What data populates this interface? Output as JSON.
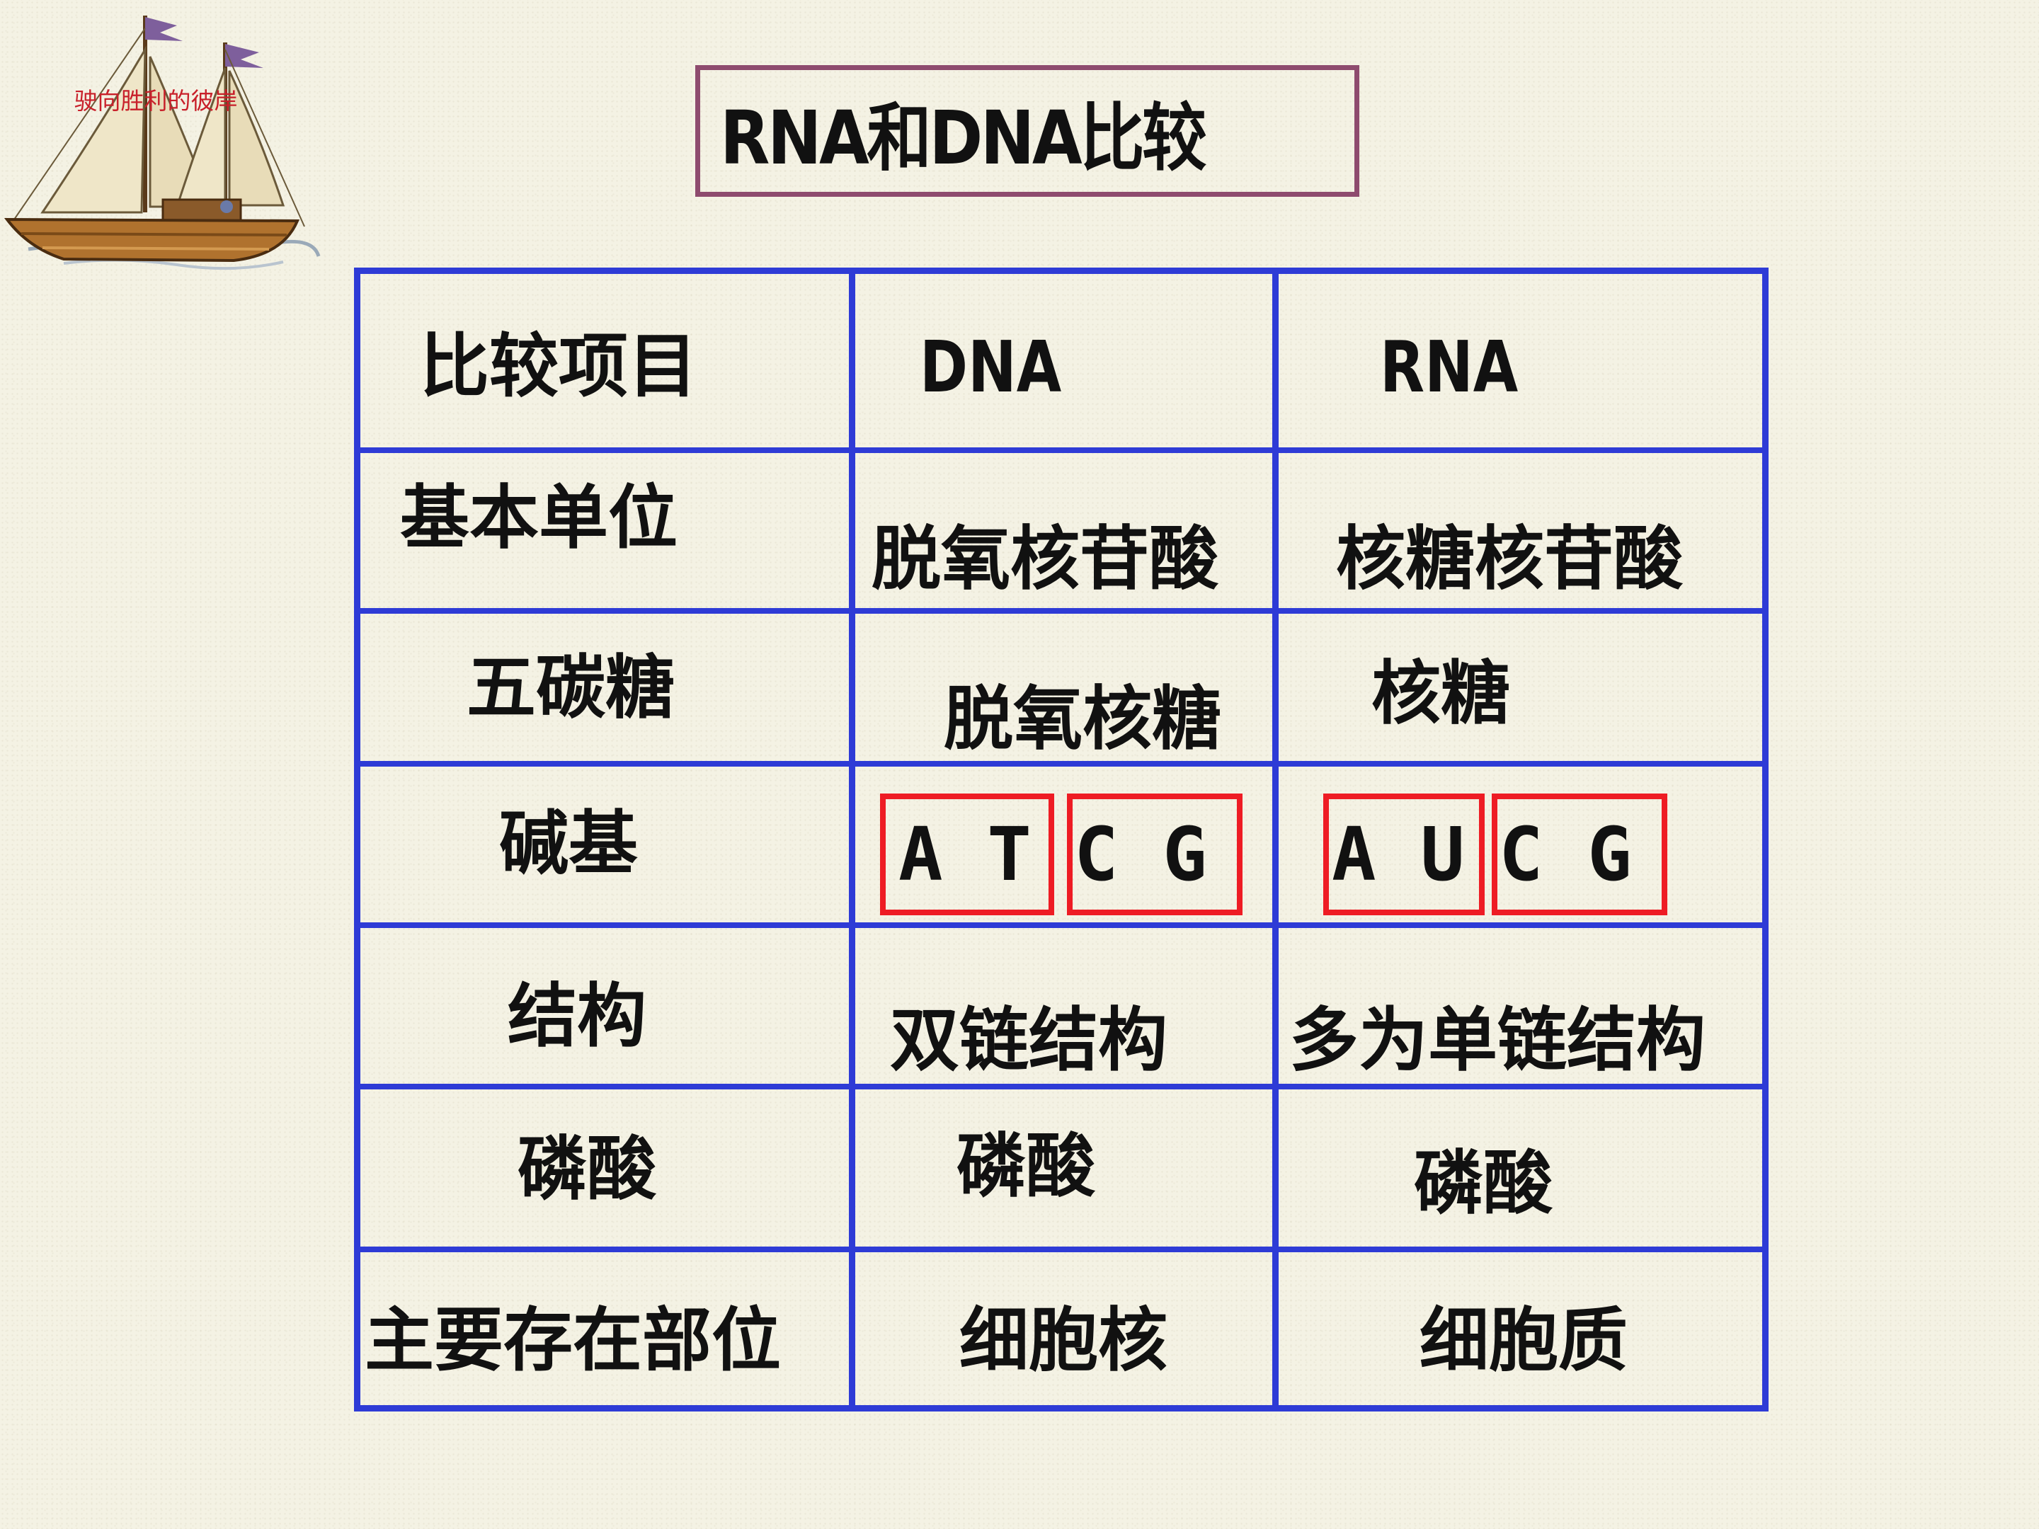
{
  "logo": {
    "caption": "驶向胜利的彼岸",
    "icon": "sailing-ship-icon"
  },
  "title": "RNA和DNA比较",
  "table": {
    "header": {
      "item": "比较项目",
      "dna": "DNA",
      "rna": "RNA"
    },
    "rows": [
      {
        "label": "基本单位",
        "dna": "脱氧核苷酸",
        "rna": "核糖核苷酸"
      },
      {
        "label": "五碳糖",
        "dna": "脱氧核糖",
        "rna": "核糖"
      },
      {
        "label": "碱基",
        "dna": "",
        "rna": ""
      },
      {
        "label": "结构",
        "dna": "双链结构",
        "rna": "多为单链结构"
      },
      {
        "label": "磷酸",
        "dna": "磷酸",
        "rna": "磷酸"
      },
      {
        "label": "主要存在部位",
        "dna": "细胞核",
        "rna": "细胞质"
      }
    ],
    "bases": {
      "dna_specific": "A T",
      "dna_shared": "C G",
      "rna_specific": "A U",
      "rna_shared": "C G"
    }
  },
  "colors": {
    "background": "#f4f2e4",
    "table_border": "#2e3bd6",
    "title_border": "#8e4b6e",
    "highlight_box": "#ee1c24",
    "logo_caption": "#c8202a"
  }
}
